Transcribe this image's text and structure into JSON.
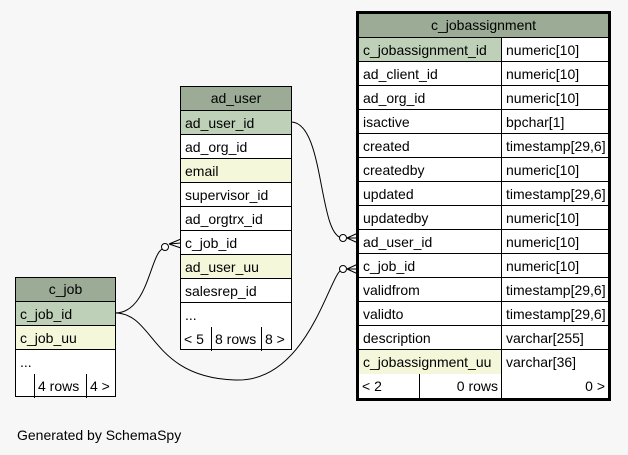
{
  "tables": {
    "c_jobassignment": {
      "name": "c_jobassignment",
      "columns": [
        {
          "name": "c_jobassignment_id",
          "type": "numeric[10]",
          "key": "pk"
        },
        {
          "name": "ad_client_id",
          "type": "numeric[10]",
          "key": ""
        },
        {
          "name": "ad_org_id",
          "type": "numeric[10]",
          "key": ""
        },
        {
          "name": "isactive",
          "type": "bpchar[1]",
          "key": ""
        },
        {
          "name": "created",
          "type": "timestamp[29,6]",
          "key": ""
        },
        {
          "name": "createdby",
          "type": "numeric[10]",
          "key": ""
        },
        {
          "name": "updated",
          "type": "timestamp[29,6]",
          "key": ""
        },
        {
          "name": "updatedby",
          "type": "numeric[10]",
          "key": ""
        },
        {
          "name": "ad_user_id",
          "type": "numeric[10]",
          "key": ""
        },
        {
          "name": "c_job_id",
          "type": "numeric[10]",
          "key": ""
        },
        {
          "name": "validfrom",
          "type": "timestamp[29,6]",
          "key": ""
        },
        {
          "name": "validto",
          "type": "timestamp[29,6]",
          "key": ""
        },
        {
          "name": "description",
          "type": "varchar[255]",
          "key": ""
        },
        {
          "name": "c_jobassignment_uu",
          "type": "varchar[36]",
          "key": "uk"
        }
      ],
      "footer": {
        "parents": "< 2",
        "rows": "0 rows",
        "children": "0 >"
      }
    },
    "ad_user": {
      "name": "ad_user",
      "columns": [
        {
          "name": "ad_user_id",
          "key": "pk"
        },
        {
          "name": "ad_org_id",
          "key": ""
        },
        {
          "name": "email",
          "key": "uk"
        },
        {
          "name": "supervisor_id",
          "key": ""
        },
        {
          "name": "ad_orgtrx_id",
          "key": ""
        },
        {
          "name": "c_job_id",
          "key": ""
        },
        {
          "name": "ad_user_uu",
          "key": "uk"
        },
        {
          "name": "salesrep_id",
          "key": ""
        },
        {
          "name": "...",
          "key": ""
        }
      ],
      "footer": {
        "parents": "< 5",
        "rows": "8 rows",
        "children": "8 >"
      }
    },
    "c_job": {
      "name": "c_job",
      "columns": [
        {
          "name": "c_job_id",
          "key": "pk"
        },
        {
          "name": "c_job_uu",
          "key": "uk"
        },
        {
          "name": "...",
          "key": ""
        }
      ],
      "footer": {
        "parents": "",
        "rows": "4 rows",
        "children": "4 >"
      }
    }
  },
  "colors": {
    "header": "#9bab96",
    "primary_key": "#bed1b8",
    "unique_key": "#f4f7da",
    "background": "#f7f7f7"
  },
  "caption": "Generated by SchemaSpy"
}
